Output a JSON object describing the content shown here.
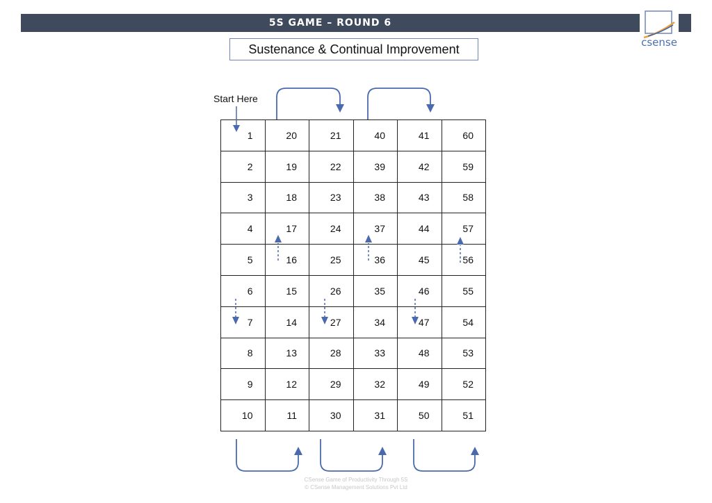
{
  "header": {
    "title": "5S GAME – ROUND 6"
  },
  "logo": {
    "text": "csense"
  },
  "subtitle": "Sustenance & Continual Improvement",
  "board": {
    "start_label": "Start Here",
    "rows": [
      [
        "1",
        "20",
        "21",
        "40",
        "41",
        "60"
      ],
      [
        "2",
        "19",
        "22",
        "39",
        "42",
        "59"
      ],
      [
        "3",
        "18",
        "23",
        "38",
        "43",
        "58"
      ],
      [
        "4",
        "17",
        "24",
        "37",
        "44",
        "57"
      ],
      [
        "5",
        "16",
        "25",
        "36",
        "45",
        "56"
      ],
      [
        "6",
        "15",
        "26",
        "35",
        "46",
        "55"
      ],
      [
        "7",
        "14",
        "27",
        "34",
        "47",
        "54"
      ],
      [
        "8",
        "13",
        "28",
        "33",
        "48",
        "53"
      ],
      [
        "9",
        "12",
        "29",
        "32",
        "49",
        "52"
      ],
      [
        "10",
        "11",
        "30",
        "31",
        "50",
        "51"
      ]
    ],
    "direction_icons": [
      "arrow-down-icon",
      "arrow-up-icon",
      "curved-arrow-icon"
    ],
    "accent_color": "#4a6aad"
  },
  "footer": {
    "line1": "CSense Game of Productivity Through 5S",
    "line2": "© CSense Management Solutions Pvt Ltd"
  }
}
